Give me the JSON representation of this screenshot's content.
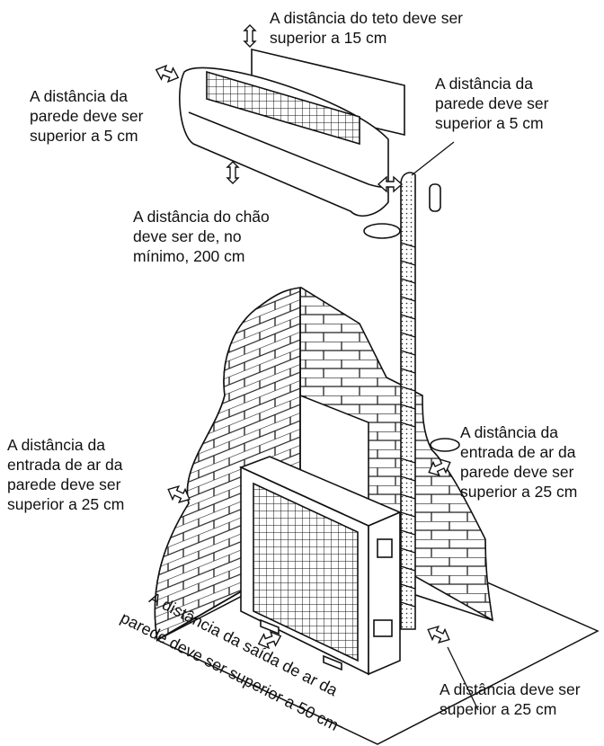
{
  "labels": {
    "ceiling": [
      "A distância do teto deve ser",
      "superior a 15 cm"
    ],
    "wall_left": [
      "A distância da",
      "parede deve ser",
      "superior a 5 cm"
    ],
    "wall_right": [
      "A distância da",
      "parede deve ser",
      "superior a 5 cm"
    ],
    "floor": [
      "A distância do chão",
      "deve ser de, no",
      "mínimo, 200 cm"
    ],
    "intake_left": [
      "A distância da",
      "entrada de ar da",
      "parede deve ser",
      "superior a 25 cm"
    ],
    "intake_right": [
      "A distância da",
      "entrada de ar da",
      "parede deve ser",
      "superior a 25 cm"
    ],
    "outlet": [
      "A distância da saída de ar da",
      "parede deve ser superior a 50 cm"
    ],
    "distance_25": [
      "A distância deve ser",
      "superior a 25 cm"
    ]
  }
}
